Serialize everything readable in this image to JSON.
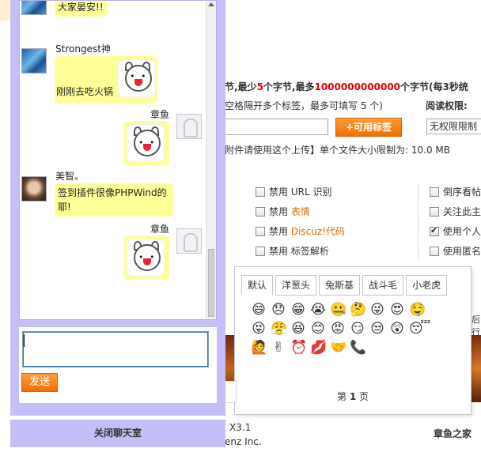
{
  "forum": {
    "limit_prefix": "节,最少",
    "limit_min": "5",
    "limit_mid": "个字节,最多",
    "limit_max": "1000000000000",
    "limit_suffix": "个字节(每3秒统",
    "tag_hint": "空格隔开多个标签，最多可填写 5 个)",
    "read_perm_label": "阅读权限:",
    "tag_button": "+可用标签",
    "read_perm_value": "无权限限制",
    "attach_hint": "附件请使用这个上传】单个文件大小限制为: 10.0 MB",
    "options_left": [
      {
        "prefix": "禁用",
        "label": "URL 识别",
        "link": false
      },
      {
        "prefix": "禁用",
        "label": "表情",
        "link": true
      },
      {
        "prefix": "禁用",
        "label": "Discuz!代码",
        "link": true
      },
      {
        "prefix": "禁用",
        "label": "标签解析",
        "link": false
      }
    ],
    "options_right": [
      {
        "label": "倒序看帖",
        "checked": false
      },
      {
        "label": "关注此主",
        "checked": false
      },
      {
        "label": "使用个人",
        "checked": true
      },
      {
        "label": "使用匿名",
        "checked": false
      }
    ],
    "side_fragment": "后行",
    "biaoqing_label": "表情",
    "footer_version": "X3.1",
    "footer_company": "enz Inc.",
    "footer_site": "章鱼之家"
  },
  "smiley_popup": {
    "tabs": [
      "默认",
      "洋葱头",
      "兔斯基",
      "战斗毛",
      "小老虎"
    ],
    "active_tab": 0,
    "icons": [
      {
        "glyph": "😄",
        "name": "smile-icon"
      },
      {
        "glyph": "😞",
        "name": "sad-icon"
      },
      {
        "glyph": "😁",
        "name": "grin-icon"
      },
      {
        "glyph": "😭",
        "name": "cry-icon"
      },
      {
        "glyph": "🤐",
        "name": "mute-icon"
      },
      {
        "glyph": "🤔",
        "name": "hmm-icon"
      },
      {
        "glyph": "😜",
        "name": "tongue-icon"
      },
      {
        "glyph": "😍",
        "name": "love-icon"
      },
      {
        "glyph": "🤤",
        "name": "drool-icon"
      },
      {
        "glyph": "😝",
        "name": "naughty-icon"
      },
      {
        "glyph": "😤",
        "name": "huff-icon"
      },
      {
        "glyph": "😆",
        "name": "laugh-icon"
      },
      {
        "glyph": "😊",
        "name": "happy-icon"
      },
      {
        "glyph": "😡",
        "name": "angry-icon"
      },
      {
        "glyph": "😏",
        "name": "smirk-icon"
      },
      {
        "glyph": "😒",
        "name": "annoyed-icon"
      },
      {
        "glyph": "😲",
        "name": "shocked-icon"
      },
      {
        "glyph": "😴",
        "name": "sleepy-icon"
      },
      {
        "glyph": "🙋",
        "name": "wave-icon"
      },
      {
        "glyph": "✌",
        "name": "victory-icon"
      },
      {
        "glyph": "⏰",
        "name": "clock-icon"
      },
      {
        "glyph": "💋",
        "name": "kiss-icon"
      },
      {
        "glyph": "🤝",
        "name": "handshake-icon"
      },
      {
        "glyph": "📞",
        "name": "phone-icon"
      }
    ],
    "pager_prefix": "第",
    "pager_page": "1",
    "pager_suffix": "页"
  },
  "chat": {
    "top_fragment": "大家晏安!!",
    "messages": [
      {
        "user": "Strongest神",
        "text": "刚刚去吃火锅",
        "side": "left"
      },
      {
        "user": "章鱼",
        "side": "right"
      },
      {
        "user": "美智。",
        "text": "签到插件很像PHPWind的耶!",
        "side": "left"
      },
      {
        "user": "章鱼",
        "side": "right"
      }
    ],
    "input_value": "",
    "send_label": "发送",
    "close_label": "关闭聊天室"
  }
}
